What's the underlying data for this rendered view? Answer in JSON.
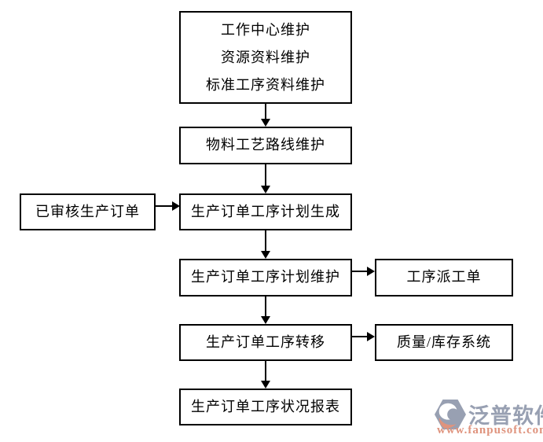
{
  "diagram": {
    "boxes": {
      "master": {
        "line1": "工作中心维护",
        "line2": "资源资料维护",
        "line3": "标准工序资料维护"
      },
      "routing": {
        "label": "物料工艺路线维护"
      },
      "approved": {
        "label": "已审核生产订单"
      },
      "generate": {
        "label": "生产订单工序计划生成"
      },
      "maintain": {
        "label": "生产订单工序计划维护"
      },
      "dispatch": {
        "label": "工序派工单"
      },
      "transfer": {
        "label": "生产订单工序转移"
      },
      "quality": {
        "label": "质量/库存系统"
      },
      "report": {
        "label": "生产订单工序状况报表"
      }
    },
    "colors": {
      "box_border": "#000000",
      "box_background": "#ffffff",
      "text": "#000000",
      "arrow": "#000000",
      "page_background": "#ffffff"
    }
  },
  "logo": {
    "brand": "泛普软件",
    "url": "www.fanpusoft.com",
    "colors": {
      "brand": "#98a0b2",
      "url": "#df937d",
      "icon_base": "#98a0b2",
      "icon_accent": "#df937d",
      "icon_inner": "#ffffff"
    }
  }
}
